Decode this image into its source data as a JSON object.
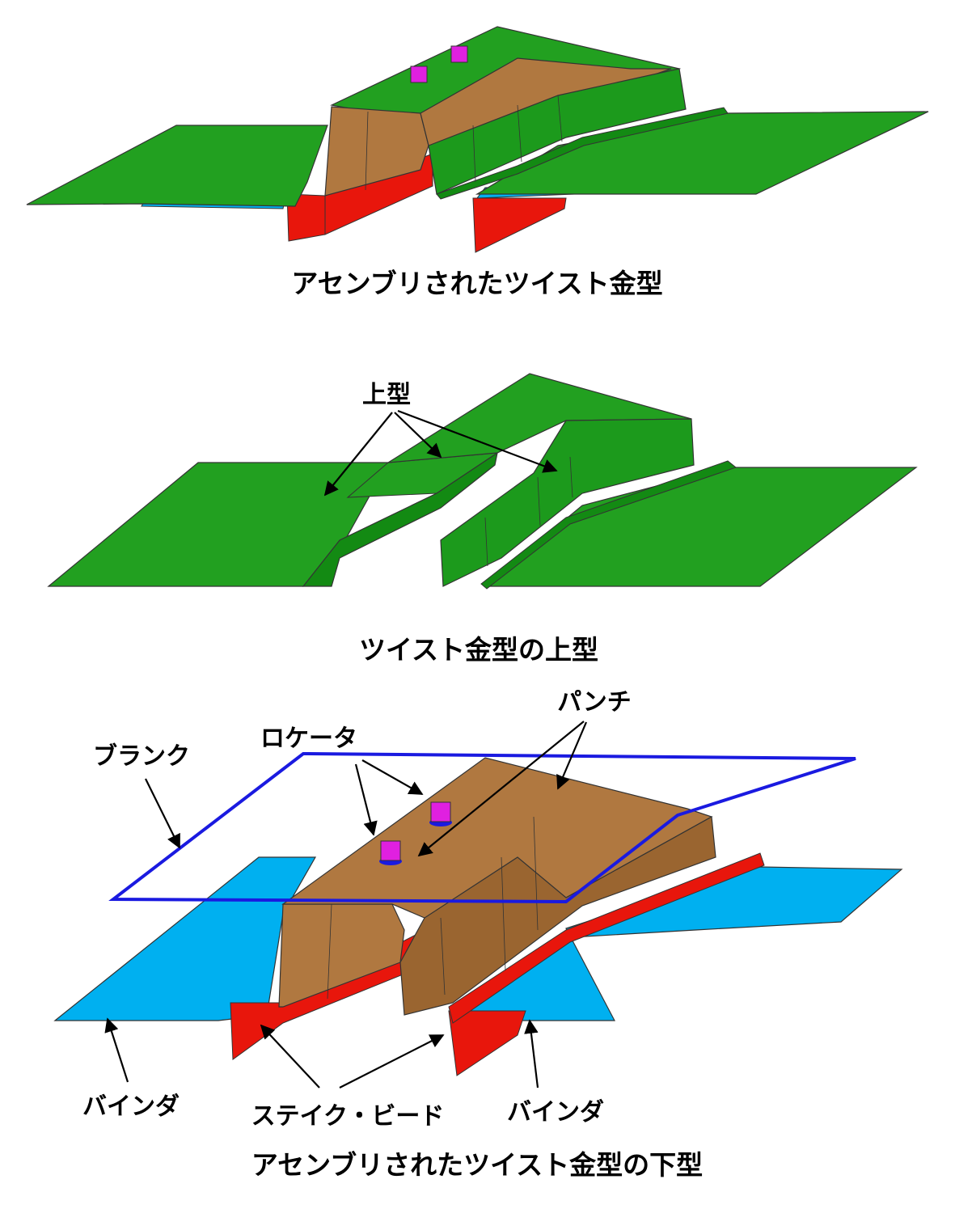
{
  "captions": {
    "assembled_die": "アセンブリされたツイスト金型",
    "upper_die": "ツイスト金型の上型",
    "lower_die": "アセンブリされたツイスト金型の下型"
  },
  "labels": {
    "upper": "上型",
    "blank": "ブランク",
    "locator": "ロケータ",
    "punch": "パンチ",
    "binder_left": "バインダ",
    "stake_bead": "ステイク・ビード",
    "binder_right": "バインダ"
  },
  "colors": {
    "upper_die": "#22a020",
    "upper_die_dark": "#138a13",
    "punch": "#b07840",
    "punch_dark": "#9a6530",
    "binder": "#00b0f0",
    "stake_bead": "#e8160c",
    "locator": "#e020e0",
    "blank_outline": "#1a1ae0",
    "arrow": "#000000"
  }
}
